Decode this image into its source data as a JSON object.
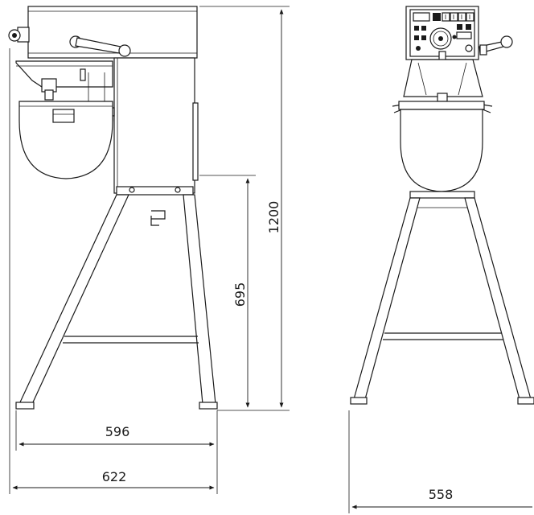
{
  "dimensions": {
    "height_total": "1200",
    "height_stand": "695",
    "width_stand": "596",
    "width_total": "622",
    "width_front": "558"
  }
}
